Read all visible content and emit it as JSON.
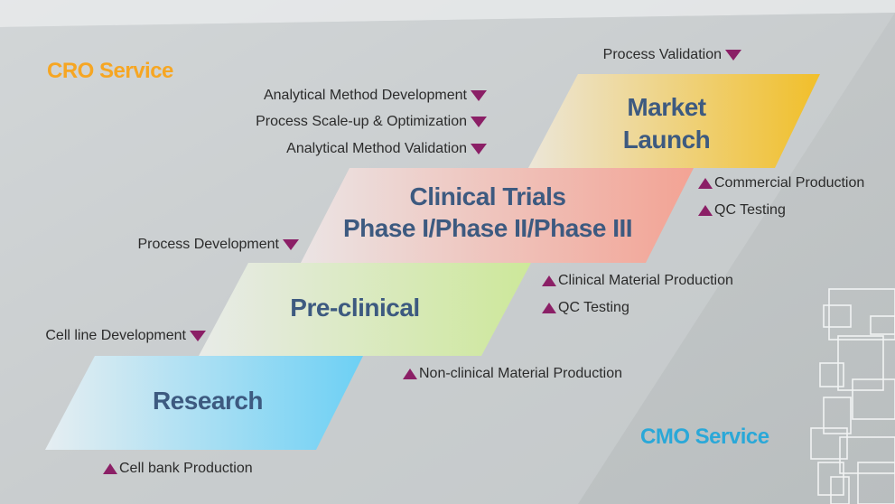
{
  "services": {
    "cro": {
      "label": "CRO Service",
      "color": "#f6a623"
    },
    "cmo": {
      "label": "CMO Service",
      "color": "#2aa8d8"
    }
  },
  "phases": {
    "research": {
      "label": "Research"
    },
    "preclinical": {
      "label": "Pre-clinical"
    },
    "clinical": {
      "line1": "Clinical Trials",
      "line2": "Phase I/Phase II/Phase III"
    },
    "market": {
      "line1": "Market",
      "line2": "Launch"
    }
  },
  "cro_items": {
    "process_validation": "Process Validation",
    "analytical_method_development": "Analytical Method Development",
    "process_scaleup": "Process Scale-up & Optimization",
    "analytical_method_validation": "Analytical Method Validation",
    "process_development": "Process Development",
    "cell_line_development": "Cell line Development"
  },
  "cmo_items": {
    "commercial_production": "Commercial Production",
    "qc_testing_market": "QC Testing",
    "clinical_material_production": "Clinical Material Production",
    "qc_testing_clinical": "QC Testing",
    "nonclinical_material_production": "Non-clinical Material Production",
    "cell_bank_production": "Cell bank Production"
  },
  "colors": {
    "marker": "#8b1f66",
    "phase_text": "#3d5a80"
  }
}
